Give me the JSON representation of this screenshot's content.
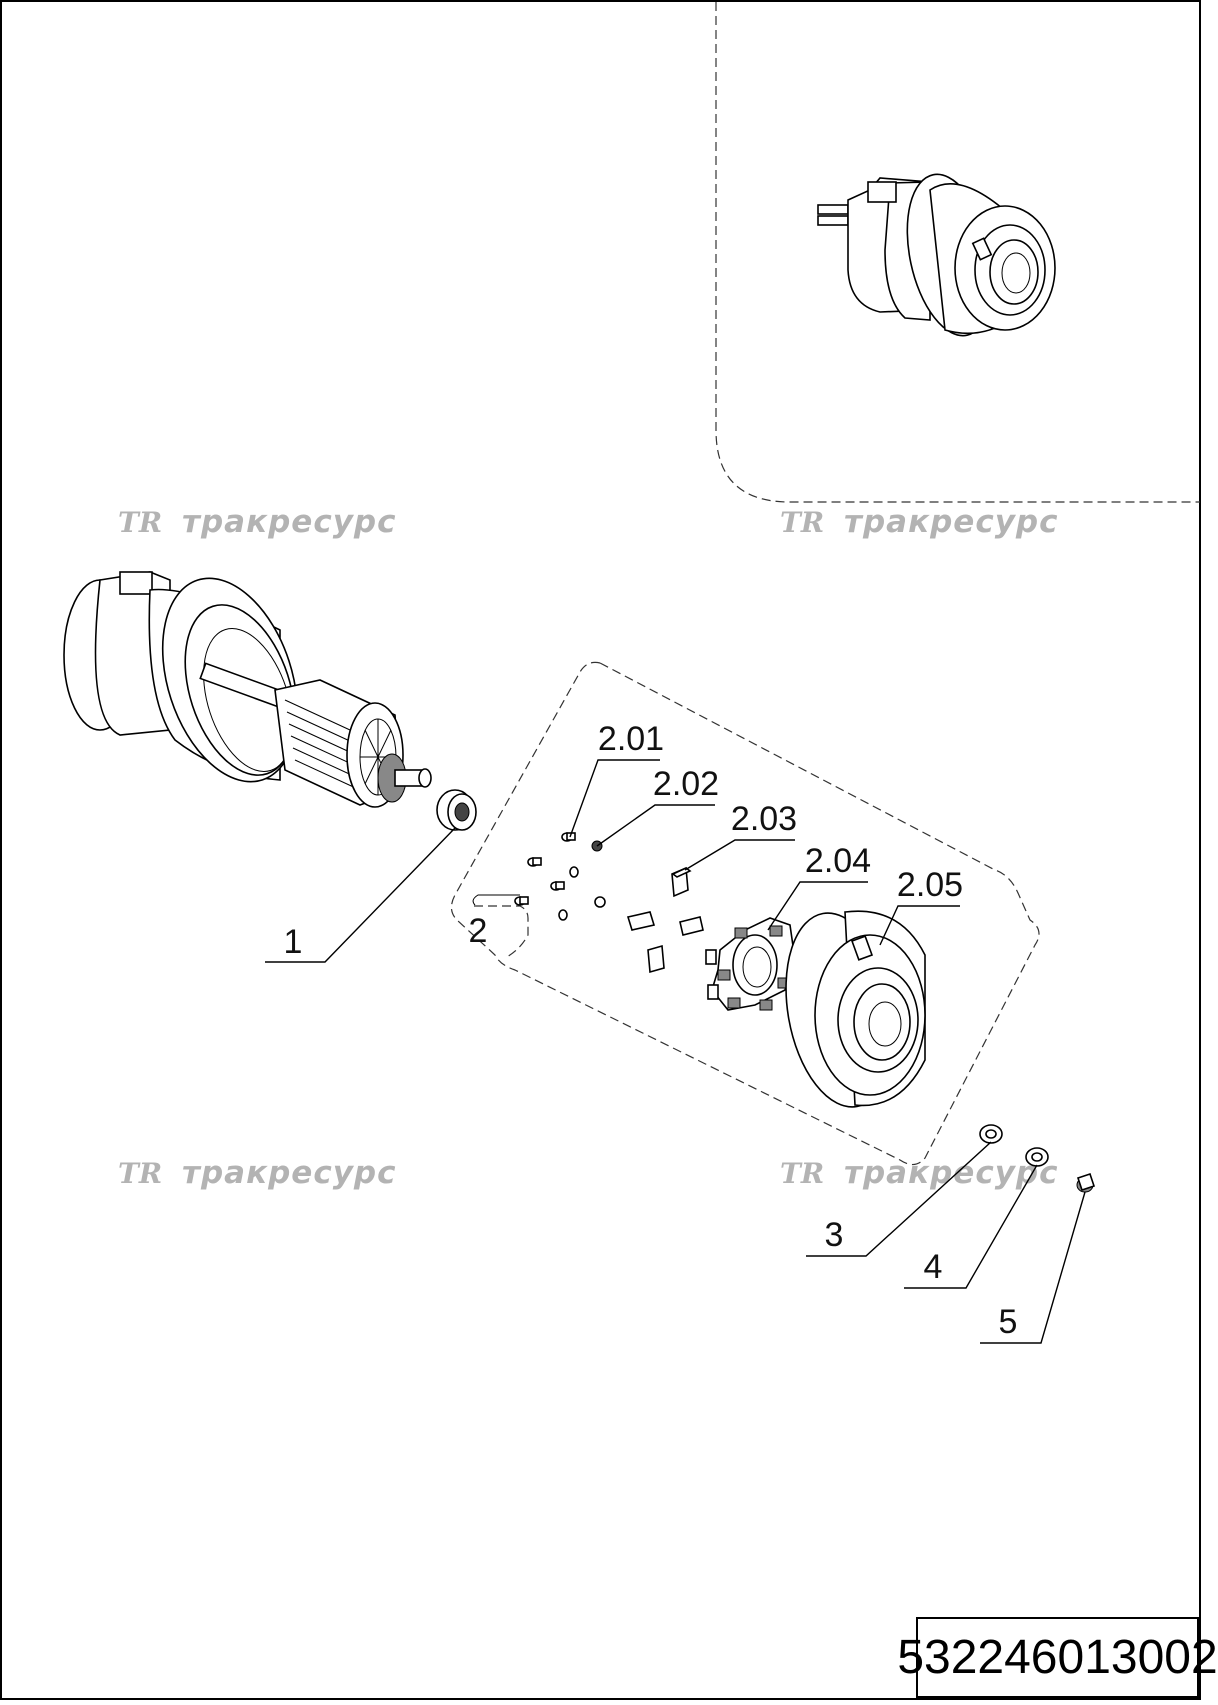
{
  "watermark": {
    "logo": "TR",
    "text": "тракресурс"
  },
  "callouts": {
    "c1": "1",
    "c2": "2",
    "c201": "2.01",
    "c202": "2.02",
    "c203": "2.03",
    "c204": "2.04",
    "c205": "2.05",
    "c3": "3",
    "c4": "4",
    "c5": "5"
  },
  "drawing_number": "532246013002"
}
